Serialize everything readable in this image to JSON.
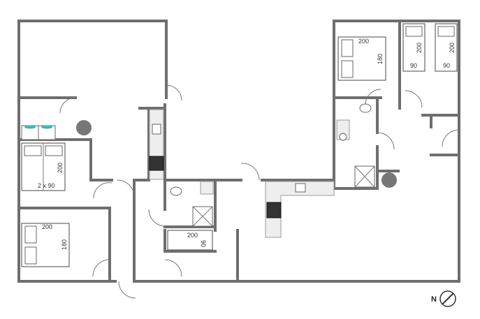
{
  "bed_labels": {
    "twin_left_size": "2 x 90",
    "twin_left_length": "200",
    "double_left_length": "200",
    "double_left_width": "180",
    "bath_tub_length": "200",
    "bath_tub_width": "90",
    "double_right_length": "200",
    "double_right_width": "180",
    "single_right_a_length": "200",
    "single_right_a_width": "90",
    "single_right_b_length": "200",
    "single_right_b_width": "90"
  },
  "compass": {
    "label": "N"
  }
}
